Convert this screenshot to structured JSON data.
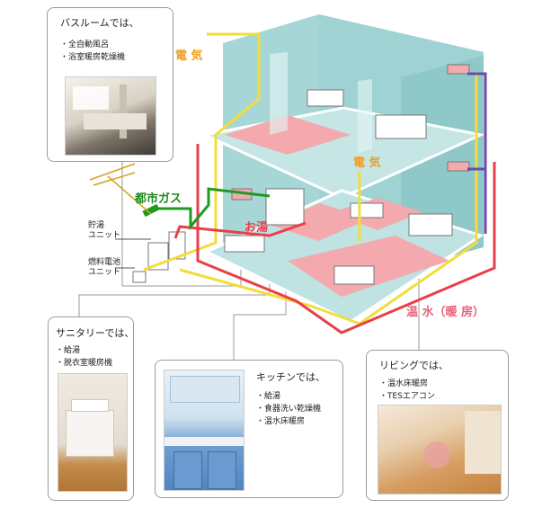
{
  "callouts": {
    "bathroom": {
      "title": "バスルームでは、",
      "items": [
        "全自動風呂",
        "浴室暖房乾燥機"
      ]
    },
    "sanitary": {
      "title": "サニタリーでは、",
      "items": [
        "給湯",
        "脱衣室暖房機"
      ]
    },
    "kitchen": {
      "title": "キッチンでは、",
      "items": [
        "給湯",
        "食器洗い乾燥機",
        "温水床暖房"
      ]
    },
    "living": {
      "title": "リビングでは、",
      "items": [
        "温水床暖房",
        "TESエアコン"
      ]
    }
  },
  "labels": {
    "denki_top": "電 気",
    "denki_mid": "電 気",
    "gas": "都市ガス",
    "oyu": "お湯",
    "onsui": "温 水（暖 房）",
    "chotou_1": "貯湯",
    "chotou_2": "ユニット",
    "fuel_1": "燃料電池",
    "fuel_2": "ユニット"
  },
  "colors": {
    "electric": "#f2dd3a",
    "gas": "#1f9a1f",
    "hot_water": "#e8404a",
    "heating": "#6a4ab0",
    "wall": "#a7d6d6",
    "floor_pink": "#f3a9ae",
    "label_orange": "#f0a020",
    "label_red": "#e8404a",
    "label_green": "#1f8a1f",
    "label_pink": "#e8607a"
  }
}
